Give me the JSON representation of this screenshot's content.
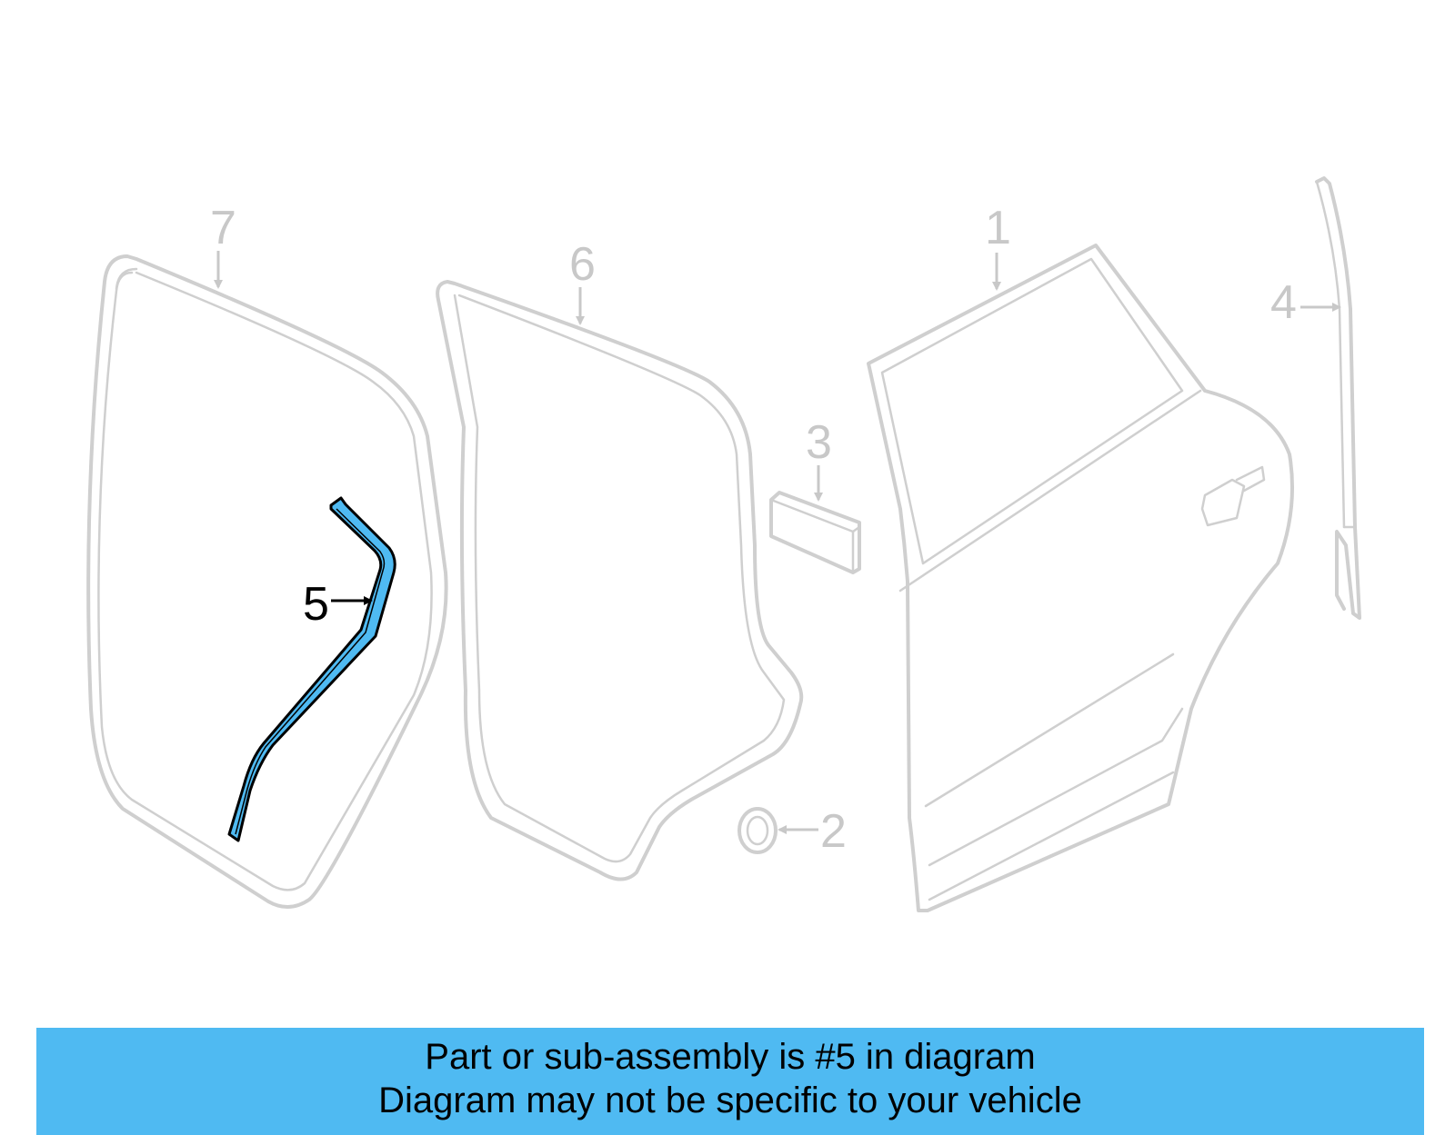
{
  "diagram": {
    "highlight_color": "#4fbaf2",
    "line_color": "#cfcfcf",
    "selected_part": "5",
    "callouts": [
      {
        "number": "1",
        "part": "door-shell"
      },
      {
        "number": "2",
        "part": "plug-grommet"
      },
      {
        "number": "3",
        "part": "tape-pad"
      },
      {
        "number": "4",
        "part": "belt-molding-channel"
      },
      {
        "number": "5",
        "part": "rear-door-weatherstrip-highlighted"
      },
      {
        "number": "6",
        "part": "door-seal-outer"
      },
      {
        "number": "7",
        "part": "door-seal-inner"
      }
    ]
  },
  "banner": {
    "line1": "Part or sub-assembly is #5 in diagram",
    "line2": "Diagram may not be specific to your vehicle",
    "background": "#4fbaf2"
  }
}
